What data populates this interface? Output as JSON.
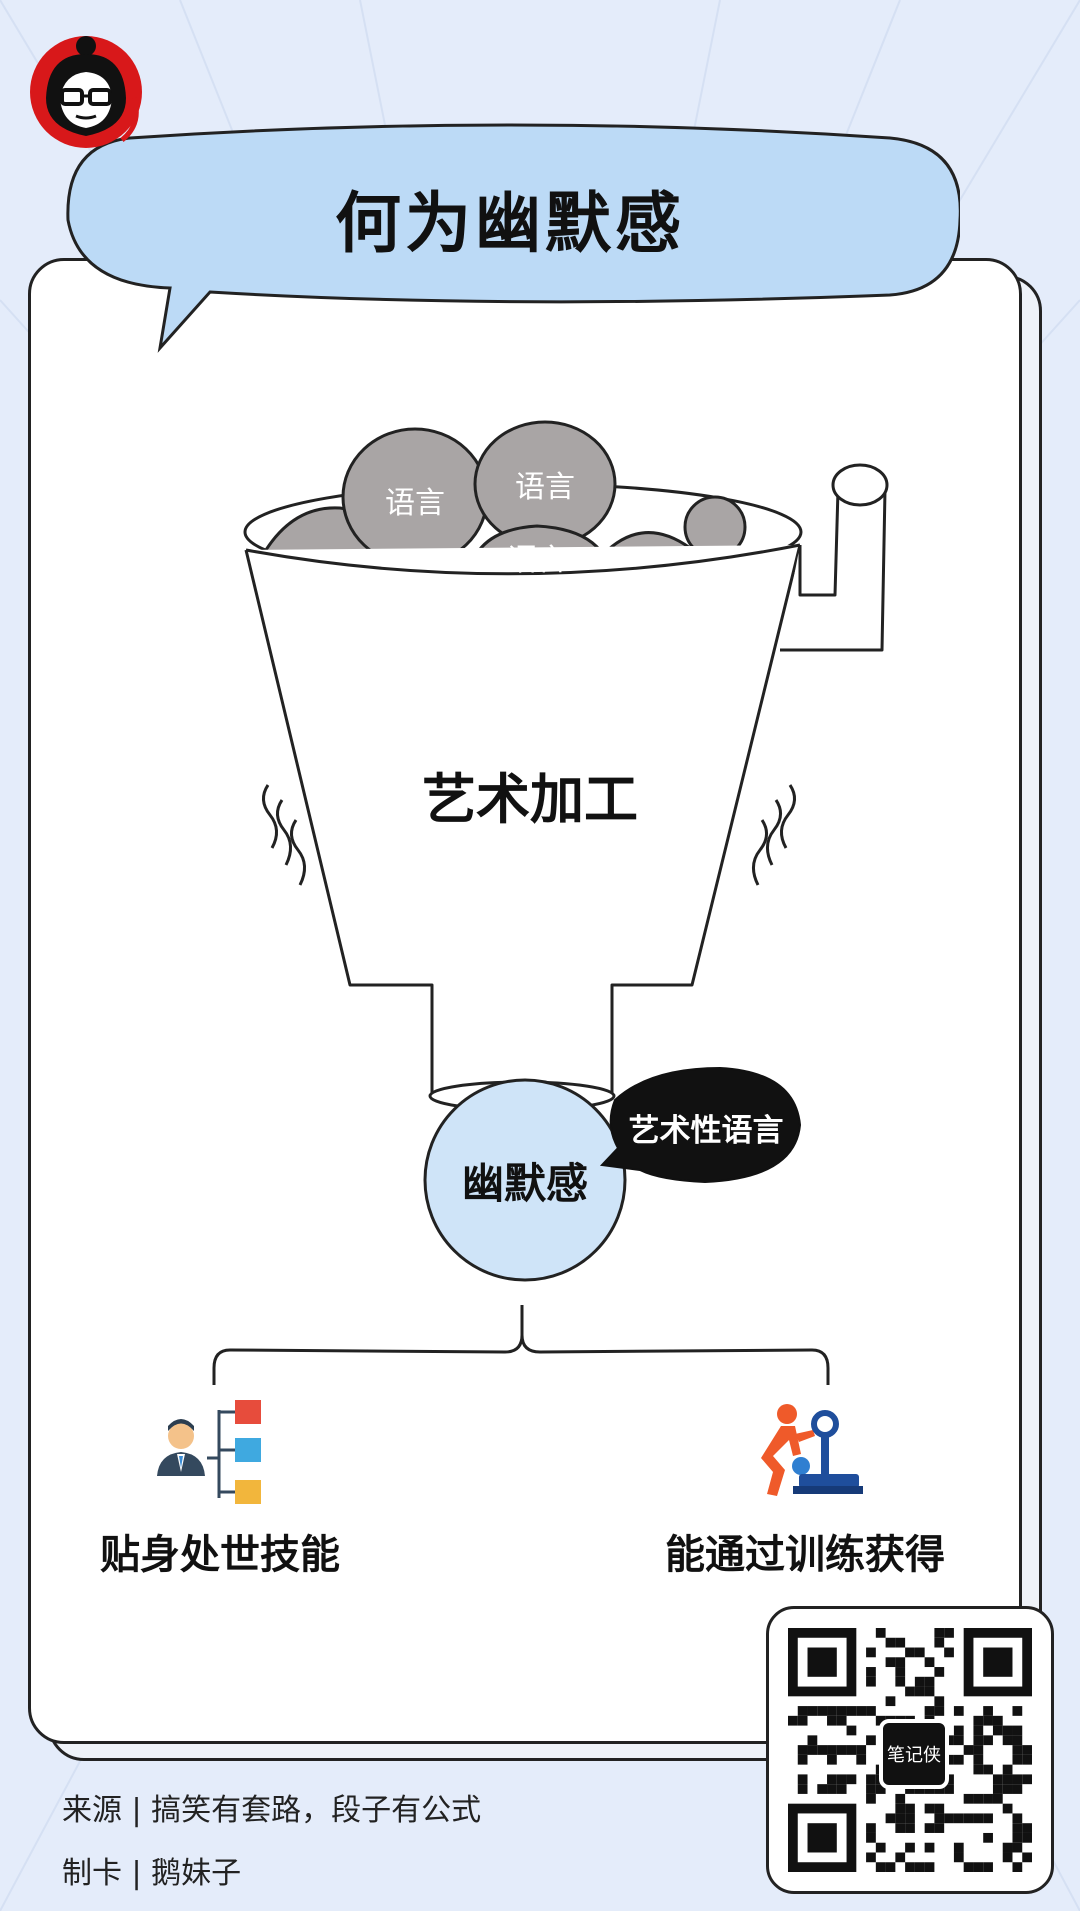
{
  "title": "何为幽默感",
  "avatar_icon": "glasses-girl-avatar-icon",
  "funnel": {
    "inputs": [
      "语言",
      "语言",
      "语言"
    ],
    "process_label": "艺术加工",
    "output_label": "幽默感",
    "output_note": "艺术性语言"
  },
  "branches": [
    {
      "label": "贴身处世技能",
      "icon": "businessman-org-chart-icon"
    },
    {
      "label": "能通过训练获得",
      "icon": "weightlifting-training-icon"
    }
  ],
  "footer": {
    "source": "来源 | 搞笑有套路，段子有公式",
    "maker": "制卡 | 鹅妹子"
  },
  "qr": {
    "center_text": "笔记侠"
  },
  "colors": {
    "background": "#e4ecfa",
    "title_bubble": "#bcdaf6",
    "ball_gray": "#a9a5a5",
    "output_circle": "#cfe4f8"
  }
}
